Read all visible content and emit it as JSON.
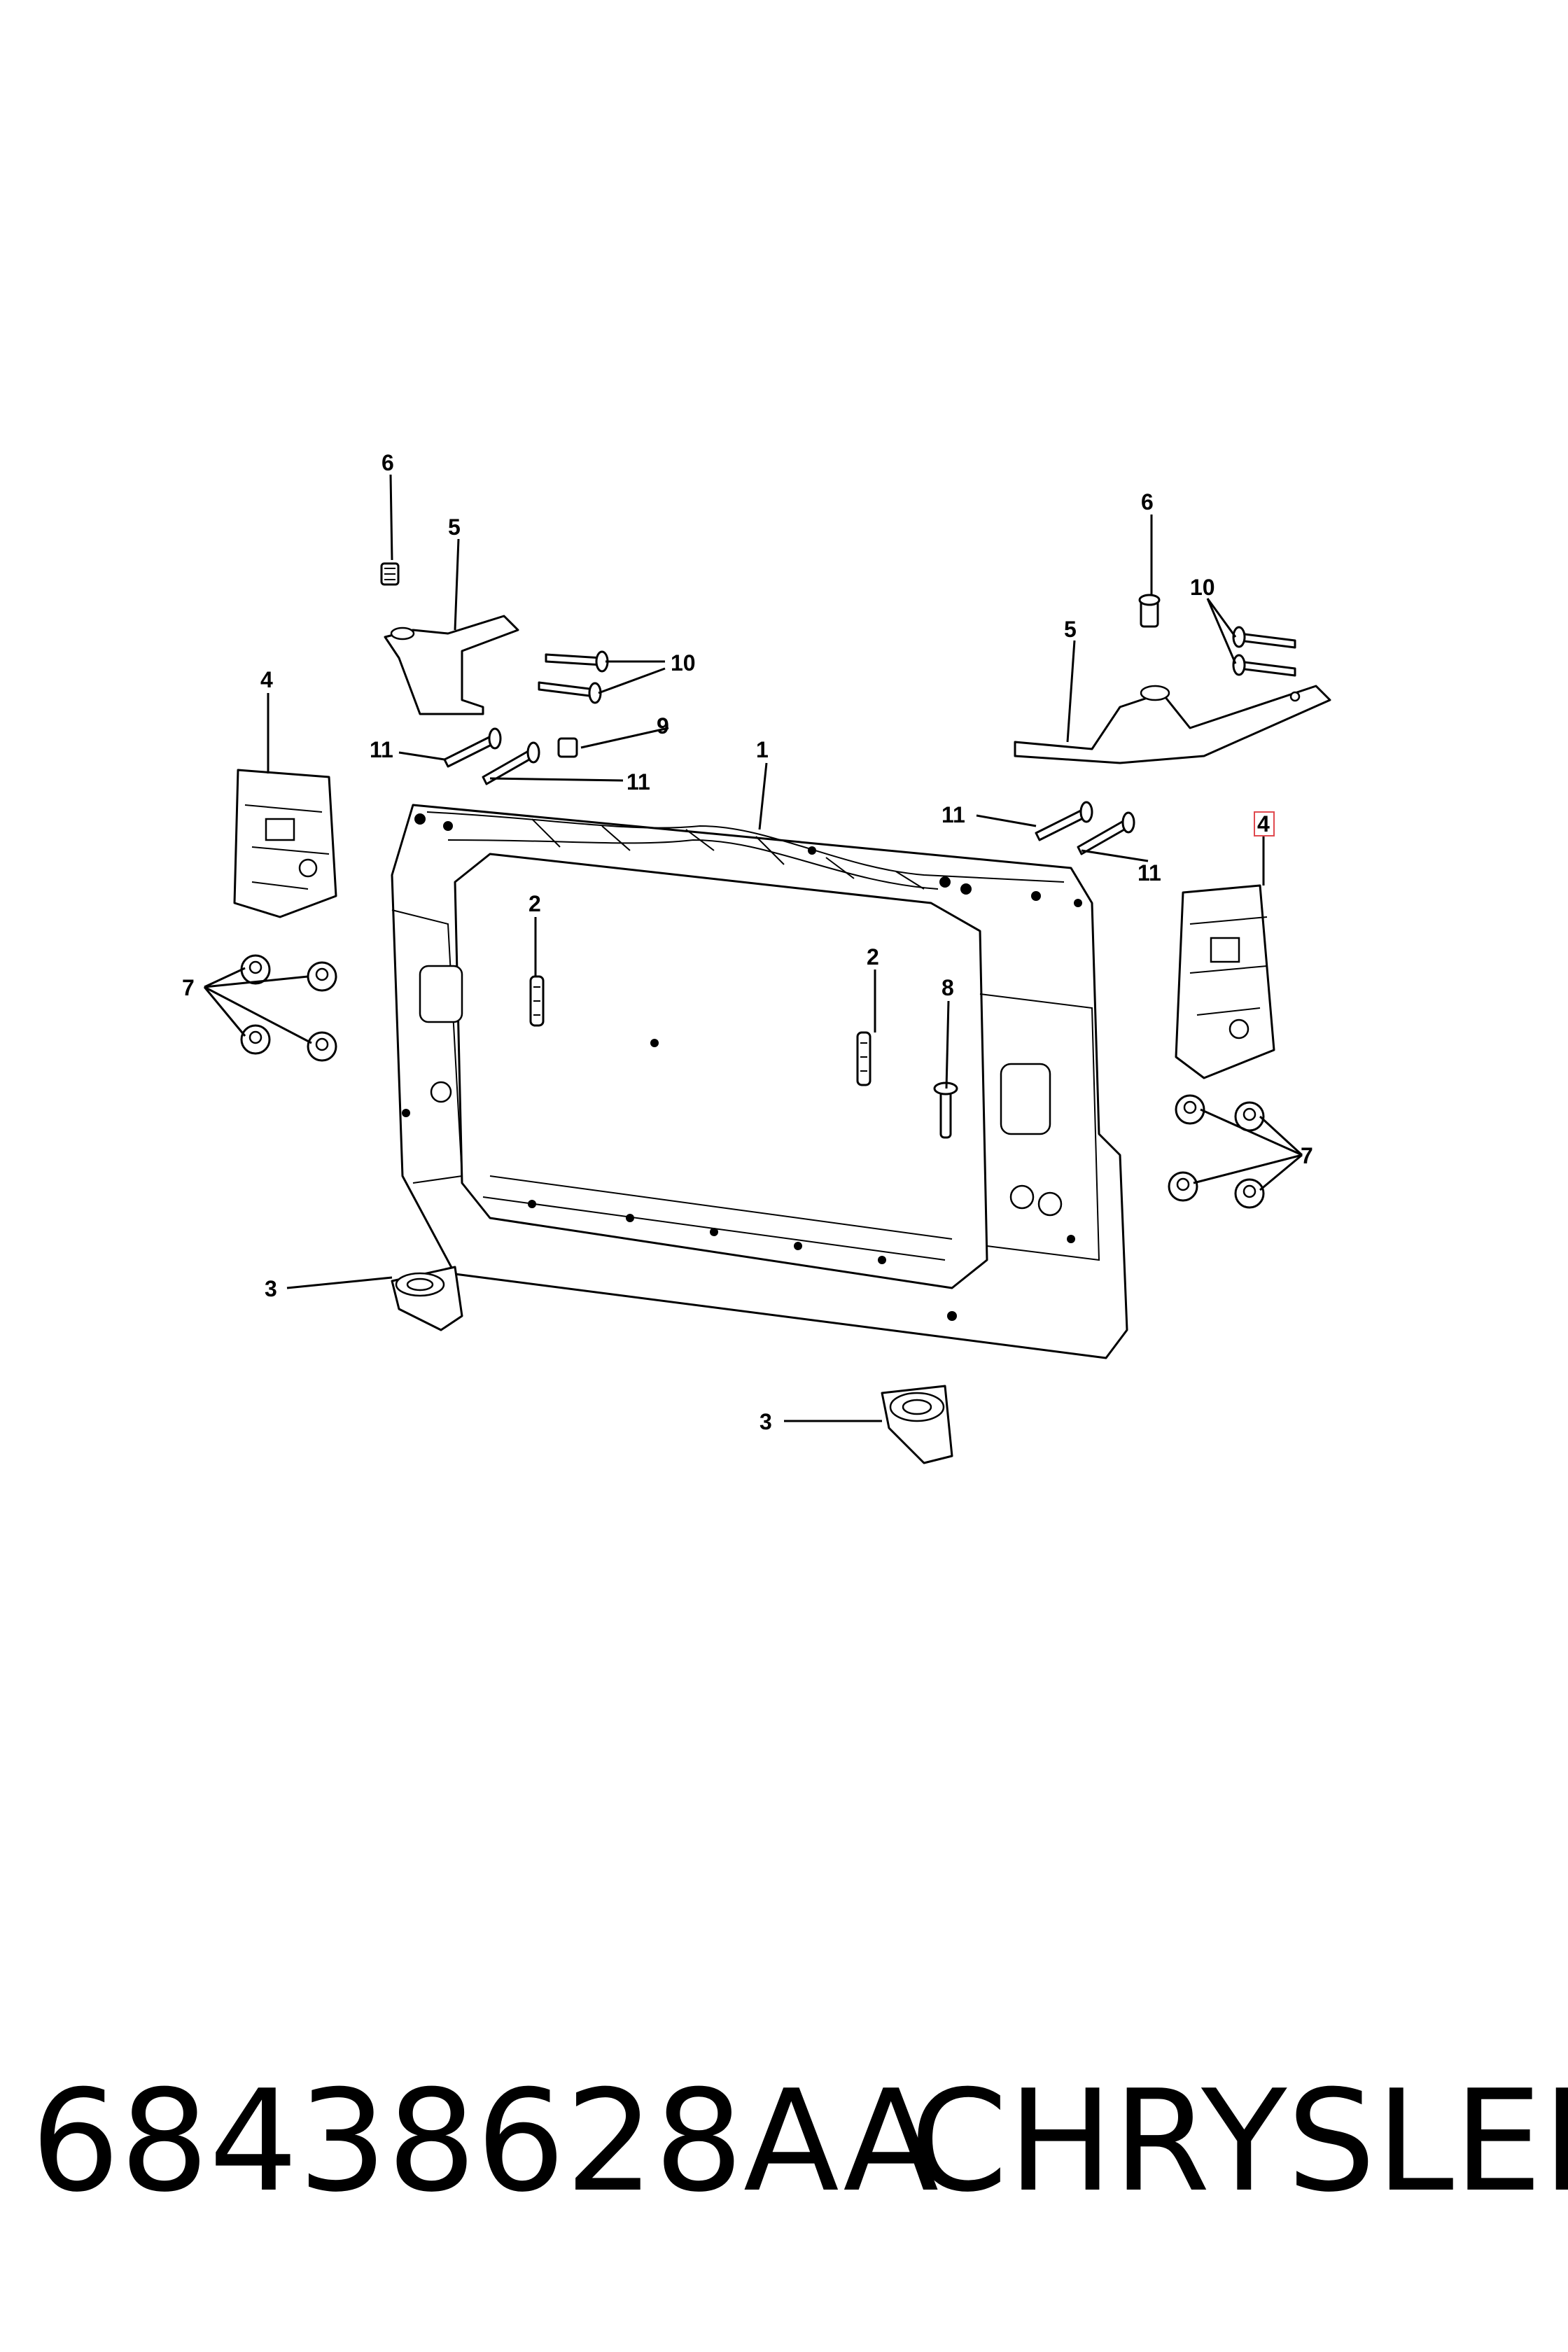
{
  "callouts": {
    "c1": "1",
    "c2a": "2",
    "c2b": "2",
    "c3a": "3",
    "c3b": "3",
    "c4a": "4",
    "c4b": "4",
    "c5a": "5",
    "c5b": "5",
    "c6a": "6",
    "c6b": "6",
    "c7a": "7",
    "c7b": "7",
    "c8": "8",
    "c9": "9",
    "c10a": "10",
    "c10b": "10",
    "c11a": "11",
    "c11b": "11",
    "c11c": "11",
    "c11d": "11"
  },
  "highlight_color": "#e0494f",
  "footer": {
    "part_number": "68438628AA",
    "brand": "CHRYSLER"
  }
}
